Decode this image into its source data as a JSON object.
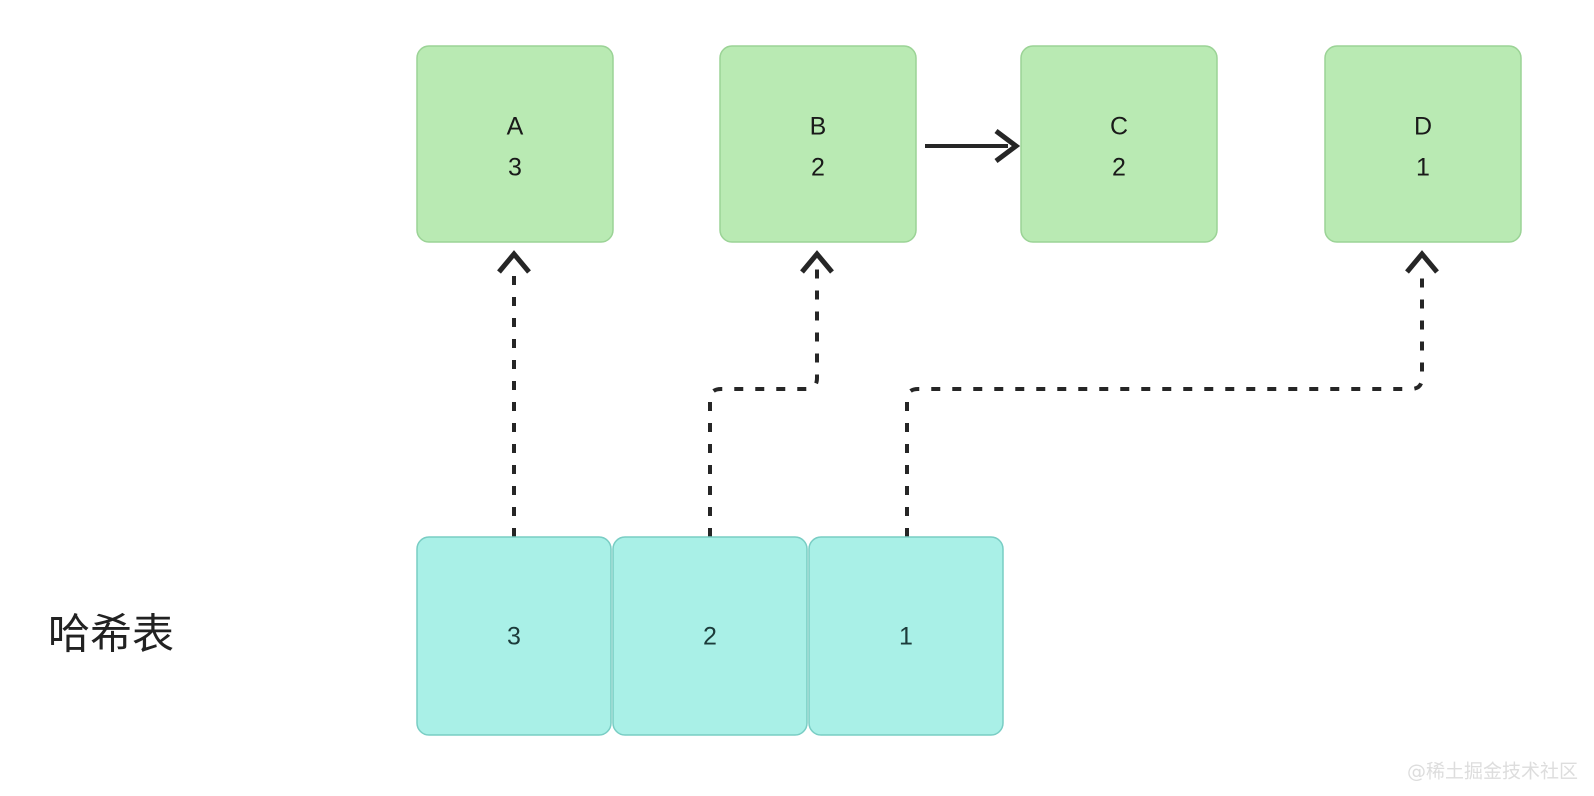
{
  "diagram": {
    "caption": "哈希表",
    "watermark": "@稀土掘金技术社区",
    "colors": {
      "node_fill": "#b9eab3",
      "node_stroke": "#9bd396",
      "slot_fill": "#a9f0e7",
      "slot_stroke": "#79cdc4",
      "edge": "#262626",
      "background": "#ffffff"
    },
    "nodes": [
      {
        "id": "A",
        "key": "A",
        "value": "3"
      },
      {
        "id": "B",
        "key": "B",
        "value": "2"
      },
      {
        "id": "C",
        "key": "C",
        "value": "2"
      },
      {
        "id": "D",
        "key": "D",
        "value": "1"
      }
    ],
    "slots": [
      {
        "id": "slot-3",
        "label": "3"
      },
      {
        "id": "slot-2",
        "label": "2"
      },
      {
        "id": "slot-1",
        "label": "1"
      }
    ],
    "edges": [
      {
        "from": "B",
        "to": "C",
        "style": "solid"
      },
      {
        "from": "slot-3",
        "to": "A",
        "style": "dashed"
      },
      {
        "from": "slot-2",
        "to": "B",
        "style": "dashed"
      },
      {
        "from": "slot-1",
        "to": "D",
        "style": "dashed"
      }
    ]
  }
}
